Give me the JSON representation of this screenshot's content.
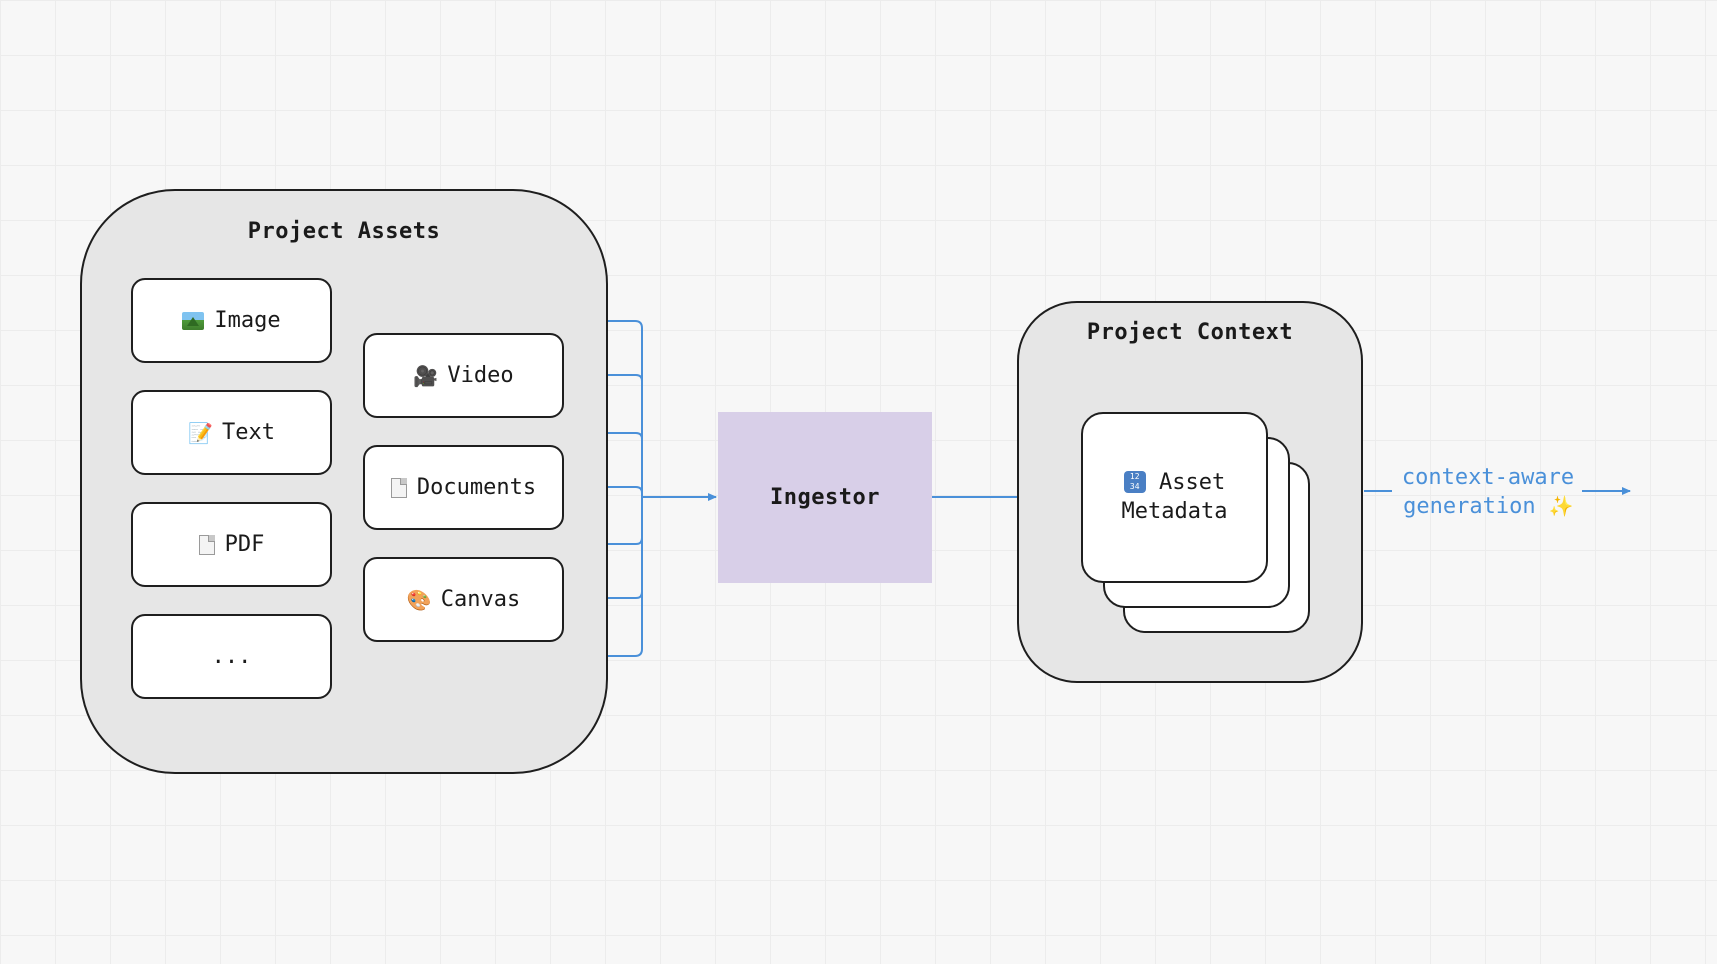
{
  "groups": {
    "assets_title": "Project Assets",
    "context_title": "Project Context"
  },
  "assets": {
    "image": {
      "label": "Image",
      "icon": "framed-picture-icon"
    },
    "video": {
      "label": "Video",
      "icon": "movie-camera-icon"
    },
    "text": {
      "label": "Text",
      "icon": "memo-icon"
    },
    "documents": {
      "label": "Documents",
      "icon": "page-icon"
    },
    "pdf": {
      "label": "PDF",
      "icon": "page-icon"
    },
    "canvas": {
      "label": "Canvas",
      "icon": "artist-palette-icon"
    },
    "more": {
      "label": "..."
    }
  },
  "ingestor": {
    "label": "Ingestor"
  },
  "metadata": {
    "line1": "Asset",
    "line2": "Metadata",
    "icon": "input-numbers-icon"
  },
  "output": {
    "line1": "context-aware",
    "line2": "generation",
    "icon": "sparkles-icon"
  },
  "colors": {
    "connector": "#4a90d9",
    "ingestor_fill": "#d8cfe8",
    "group_fill": "#e6e6e6"
  }
}
